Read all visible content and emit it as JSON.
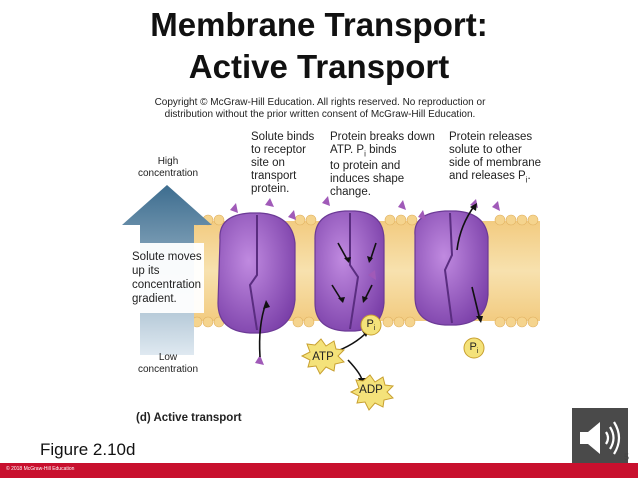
{
  "title": {
    "line1": "Membrane Transport:",
    "line2": "Active Transport"
  },
  "copyright": "Copyright © McGraw-Hill Education. All rights reserved. No reproduction or distribution without the prior written consent of McGraw-Hill Education.",
  "labels": {
    "high": "High",
    "high2": "concentration",
    "low": "Low",
    "low2": "concentration",
    "solute_moves": [
      "Solute moves",
      "up its",
      "concentration",
      "gradient."
    ]
  },
  "steps": [
    [
      "Solute binds",
      "to receptor",
      "site on",
      "transport",
      "protein."
    ],
    [
      "Protein breaks down",
      "ATP.  P",
      "i",
      " binds",
      "to protein and",
      "induces shape",
      "change."
    ],
    [
      "Protein releases",
      "solute to other",
      "side of membrane",
      "and releases P",
      "i",
      "."
    ]
  ],
  "molecules": {
    "pi": "P",
    "pi_sub": "i",
    "atp": "ATP",
    "adp": "ADP"
  },
  "caption": "(d) Active transport",
  "figure": "Figure 2.10d",
  "footer": "© 2018 McGraw-Hill Education",
  "slide_number": "5",
  "colors": {
    "protein": "#9b59c9",
    "protein_dark": "#6c3a96",
    "membrane": "#f2c77a",
    "head": "#f5d48e",
    "arrow": "#4a7a9b",
    "pi_fill": "#f4e27a",
    "red": "#c8102e",
    "solute": "#a05ab8"
  }
}
